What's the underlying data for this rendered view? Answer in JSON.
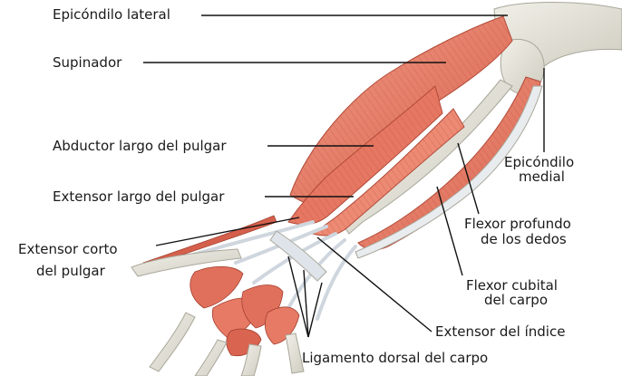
{
  "labels": {
    "lateral_epicondyle": "Epicóndilo lateral",
    "supinator": "Supinador",
    "abductor_pollicis_longus": "Abductor largo del pulgar",
    "extensor_pollicis_longus": "Extensor largo del pulgar",
    "extensor_pollicis_brevis_line1": "Extensor corto",
    "extensor_pollicis_brevis_line2": "del pulgar",
    "medial_epicondyle_line1": "Epicóndilo",
    "medial_epicondyle_line2": "medial",
    "flexor_digitorum_profundus_line1": "Flexor profundo",
    "flexor_digitorum_profundus_line2": "de los dedos",
    "flexor_carpi_ulnaris_line1": "Flexor cubital",
    "flexor_carpi_ulnaris_line2": "del carpo",
    "extensor_indicis": "Extensor del índice",
    "dorsal_carpal_ligament": "Ligamento dorsal del carpo"
  },
  "colors": {
    "muscle": "#e8826f",
    "muscle_dark": "#c9533f",
    "bone": "#e3e1d6",
    "bone_edge": "#a9a79a",
    "tendon": "#dfe4ea",
    "leader": "#111111"
  }
}
